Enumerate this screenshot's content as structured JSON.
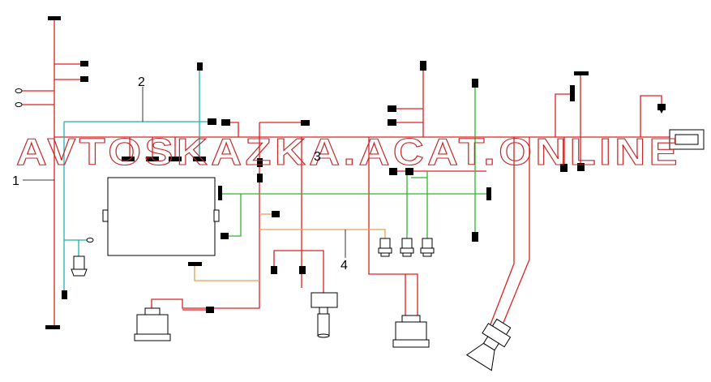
{
  "diagram": {
    "callouts": [
      {
        "id": "1",
        "text": "1"
      },
      {
        "id": "2",
        "text": "2"
      },
      {
        "id": "3",
        "text": "3"
      },
      {
        "id": "4",
        "text": "4"
      }
    ],
    "watermark": "AVTOSKAZKA.ACAT.ONLINE",
    "colors": {
      "wire_red": "#e02020",
      "wire_cyan": "#20b2aa",
      "wire_green": "#2db82d",
      "wire_orange": "#e8a050",
      "connector": "#000000",
      "component_stroke": "#000000"
    }
  }
}
